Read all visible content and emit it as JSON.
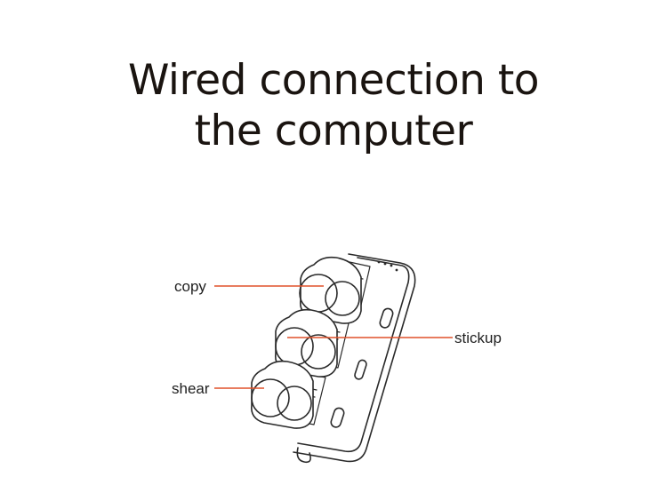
{
  "title": {
    "line1": "Wired connection to",
    "line2": "the computer"
  },
  "callouts": {
    "copy": "copy",
    "stickup": "stickup",
    "shear": "shear"
  },
  "colors": {
    "leader_line": "#e0512a",
    "outline": "#2a2a2a",
    "title": "#1a1410"
  }
}
